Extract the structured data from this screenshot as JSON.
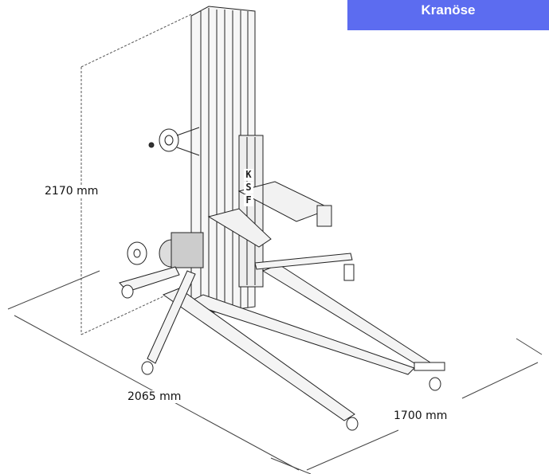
{
  "badge": {
    "label": "Kranöse",
    "color": "#5c6cf0"
  },
  "dimensions": {
    "height": "2170 mm",
    "length": "2065 mm",
    "width": "1700 mm"
  },
  "mast_label": [
    "K",
    "S",
    "F"
  ]
}
